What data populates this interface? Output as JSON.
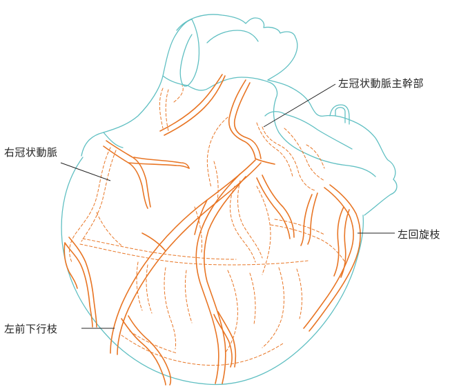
{
  "labels": {
    "left_main": "左冠状動脈主幹部",
    "right_coronary": "右冠状動脈",
    "left_circumflex": "左回旋枝",
    "left_anterior_descending": "左前下行枝"
  },
  "colors": {
    "outline": "#5fbfc2",
    "artery": "#e87524",
    "leader": "#222222"
  }
}
